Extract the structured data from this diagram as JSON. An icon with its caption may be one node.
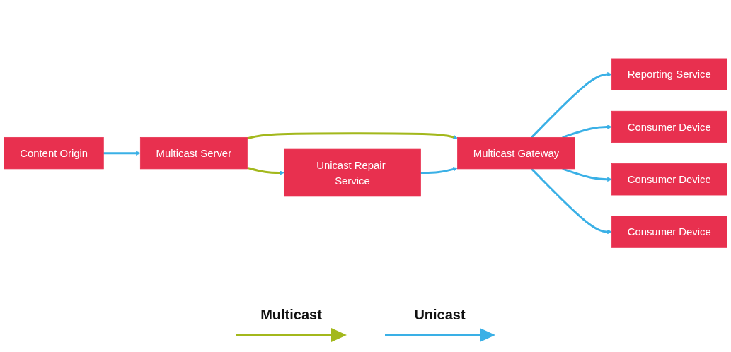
{
  "diagram": {
    "nodes": [
      {
        "text": [
          "Reporting Service"
        ]
      },
      {
        "text": [
          "Content Origin"
        ]
      },
      {
        "text": [
          "Multicast Server"
        ]
      },
      {
        "text": [
          "Unicast Repair Service"
        ]
      },
      {
        "text": [
          "Multicast Gateway"
        ]
      },
      {
        "text": [
          "Consumer Device"
        ]
      },
      {
        "text": [
          "Consumer Device"
        ]
      },
      {
        "text": [
          "Consumer Device"
        ]
      }
    ],
    "edges": [
      {
        "from": 1,
        "to": 2,
        "arrow": "to"
      },
      {
        "from": 2,
        "to": 4,
        "arrow": "to",
        "color": "#a3b81c"
      },
      {
        "from": 2,
        "to": 3,
        "arrow": "to",
        "color": "#a3b81c"
      },
      {
        "from": 3,
        "to": 4,
        "arrow": "to"
      },
      {
        "from": 4,
        "to": 0,
        "arrow": "to"
      },
      {
        "from": 4,
        "to": 5,
        "arrow": "to"
      },
      {
        "from": 4,
        "to": 6,
        "arrow": "to"
      },
      {
        "from": 4,
        "to": 7,
        "arrow": "to"
      }
    ],
    "legend": [
      {
        "text": "Multicast"
      },
      {
        "text": "Unicast"
      }
    ]
  }
}
